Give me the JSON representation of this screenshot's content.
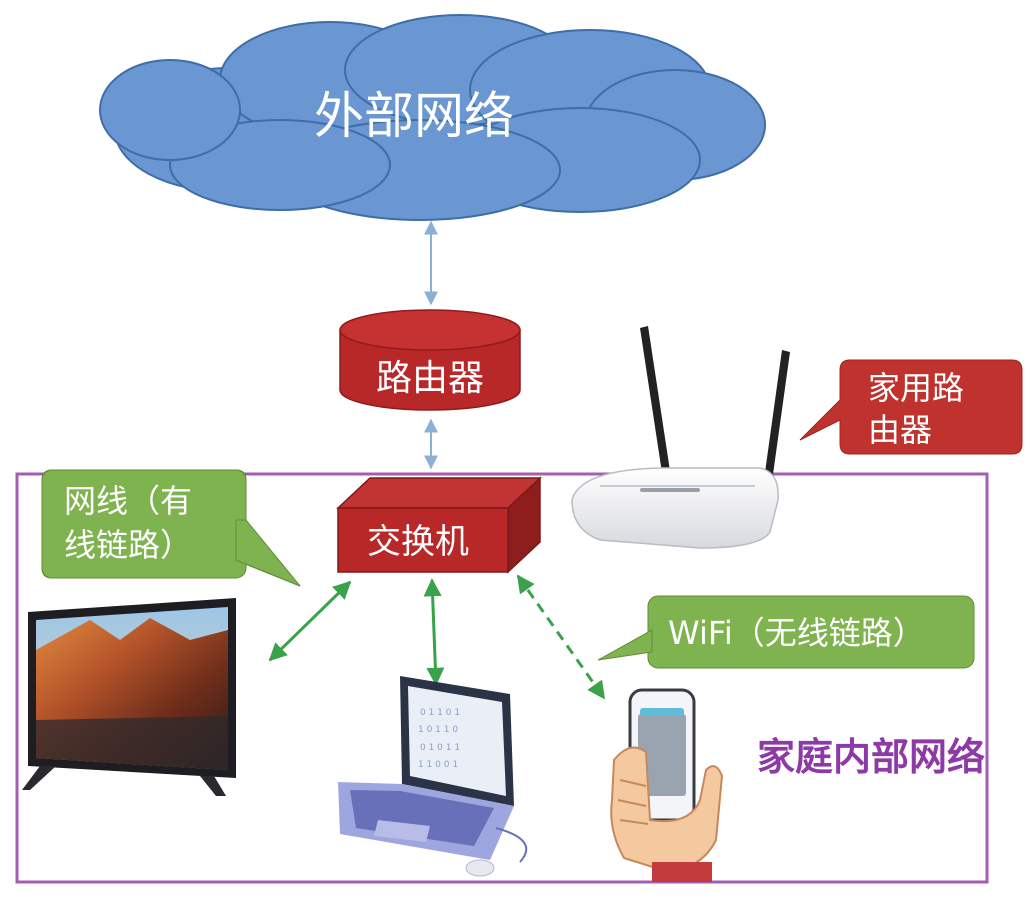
{
  "cloud_label": "外部网络",
  "router_label": "路由器",
  "switch_label": "交换机",
  "home_router_callout": [
    "家用路",
    "由器"
  ],
  "wired_callout": [
    "网线（有",
    "线链路）"
  ],
  "wifi_callout": "WiFi（无线链路）",
  "home_network_label": "家庭内部网络",
  "colors": {
    "cloud_fill": "#6a97d2",
    "cloud_stroke": "#3d6ea8",
    "router_red": "#b92828",
    "callout_red": "#c0322d",
    "callout_green": "#7fb34f",
    "home_border": "#a55db3",
    "home_label": "#8e3aa6",
    "link_green": "#3aa24a",
    "link_blue": "#8ab0d6"
  }
}
